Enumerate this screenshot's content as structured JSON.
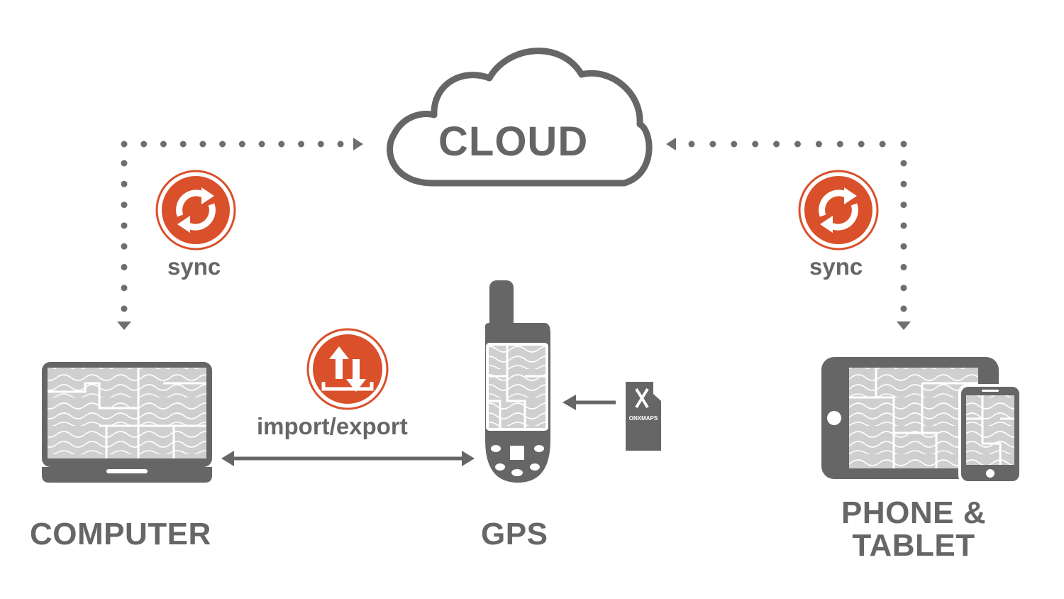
{
  "cloud": {
    "label": "CLOUD"
  },
  "sync_left": {
    "label": "sync"
  },
  "sync_right": {
    "label": "sync"
  },
  "transfer": {
    "label": "import/export"
  },
  "devices": {
    "computer": "COMPUTER",
    "gps": "GPS",
    "phone_tablet_line1": "PHONE &",
    "phone_tablet_line2": "TABLET"
  },
  "sd_card": {
    "brand": "ONXMAPS"
  },
  "colors": {
    "device_gray": "#666666",
    "map_light": "#cfcfcf",
    "accent_orange": "#d9502a",
    "dot_gray": "#6e6e6e"
  }
}
